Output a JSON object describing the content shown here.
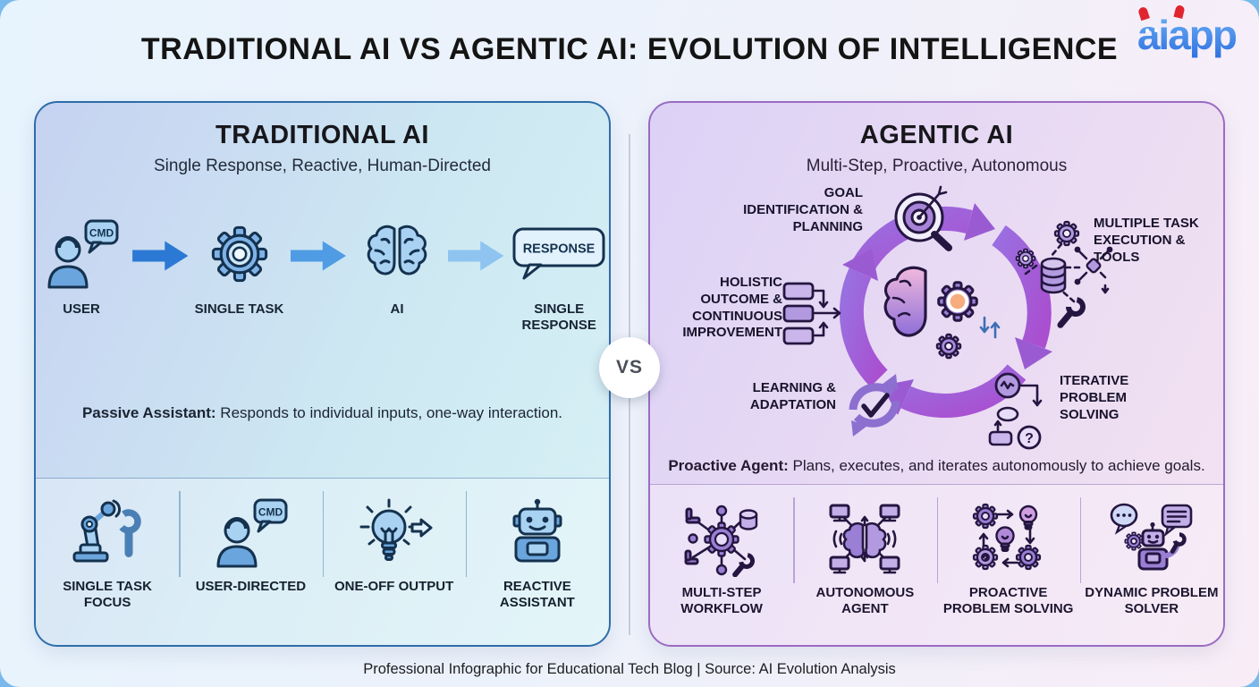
{
  "page": {
    "title": "TRADITIONAL AI VS AGENTIC AI: EVOLUTION OF INTELLIGENCE",
    "logo_text": "aiapp",
    "vs_label": "VS",
    "footer": "Professional Infographic for Educational Tech Blog | Source: AI Evolution Analysis"
  },
  "traditional": {
    "title": "TRADITIONAL AI",
    "subtitle": "Single Response, Reactive, Human-Directed",
    "accent_color": "#2e7cd6",
    "flow": [
      {
        "label": "USER",
        "icon": "user-cmd-icon",
        "bubble_text": "CMD"
      },
      {
        "label": "SINGLE TASK",
        "icon": "gear-icon"
      },
      {
        "label": "AI",
        "icon": "brain-icon"
      },
      {
        "label": "SINGLE RESPONSE",
        "icon": "response-bubble-icon",
        "bubble_text": "RESPONSE"
      }
    ],
    "description_bold": "Passive Assistant:",
    "description_rest": " Responds to individual inputs, one-way interaction.",
    "features": [
      {
        "label": "SINGLE TASK FOCUS",
        "icon": "robot-arm-wrench-icon"
      },
      {
        "label": "USER-DIRECTED",
        "icon": "user-cmd-icon",
        "bubble_text": "CMD"
      },
      {
        "label": "ONE-OFF OUTPUT",
        "icon": "lightbulb-arrow-icon"
      },
      {
        "label": "REACTIVE ASSISTANT",
        "icon": "robot-icon"
      }
    ]
  },
  "agentic": {
    "title": "AGENTIC AI",
    "subtitle": "Multi-Step, Proactive, Autonomous",
    "accent_color": "#9b59b6",
    "cycle": {
      "center_icon": "brain-gears-icon",
      "steps": [
        {
          "label": "GOAL IDENTIFICATION & PLANNING",
          "icon": "target-magnifier-icon"
        },
        {
          "label": "MULTIPLE TASK EXECUTION & TOOLS",
          "icon": "tools-cluster-icon"
        },
        {
          "label": "ITERATIVE PROBLEM SOLVING",
          "icon": "flowchart-question-icon"
        },
        {
          "label": "LEARNING & ADAPTATION",
          "icon": "refresh-check-icon"
        },
        {
          "label": "HOLISTIC OUTCOME & CONTINUOUS IMPROVEMENT",
          "icon": "stacked-boxes-icon"
        }
      ]
    },
    "description_bold": "Proactive Agent:",
    "description_rest": " Plans, executes, and iterates autonomously to achieve goals.",
    "features": [
      {
        "label": "MULTI-STEP WORKFLOW",
        "icon": "workflow-network-icon"
      },
      {
        "label": "AUTONOMOUS AGENT",
        "icon": "brain-monitors-icon"
      },
      {
        "label": "PROACTIVE PROBLEM SOLVING",
        "icon": "gears-bulbs-icon"
      },
      {
        "label": "DYNAMIC PROBLEM SOLVER",
        "icon": "robot-chat-icon"
      }
    ]
  }
}
